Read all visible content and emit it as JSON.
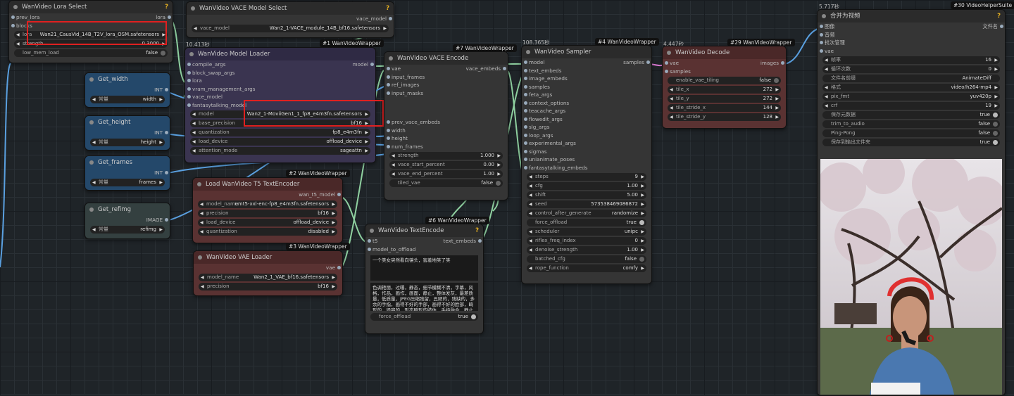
{
  "nodes": {
    "lora_select": {
      "title": "WanVideo Lora Select",
      "inputs": [
        "prev_lora",
        "blocks"
      ],
      "outputs": [
        "lora"
      ],
      "widgets": [
        {
          "label": "lora",
          "value": "Wan21_CausVid_14B_T2V_lora_OSM.safetensors"
        },
        {
          "label": "strength",
          "value": "0.3000"
        },
        {
          "label": "low_mem_load",
          "value": "false"
        }
      ]
    },
    "vace_select": {
      "title": "WanVideo VACE Model Select",
      "outputs": [
        "vace_model"
      ],
      "widgets": [
        {
          "label": "vace_model",
          "value": "Wan2_1-VACE_module_14B_bf16.safetensors"
        }
      ]
    },
    "model_loader": {
      "timing": "10.413秒",
      "badge": "#1 WanVideoWrapper",
      "title": "WanVideo Model Loader",
      "inputs": [
        "compile_args",
        "block_swap_args",
        "lora",
        "vram_management_args",
        "vace_model",
        "fantasytalking_model"
      ],
      "outputs": [
        "model"
      ],
      "widgets": [
        {
          "label": "model",
          "value": "Wan2_1-MoviiGen1_1_fp8_e4m3fn.safetensors"
        },
        {
          "label": "base_precision",
          "value": "bf16"
        },
        {
          "label": "quantization",
          "value": "fp8_e4m3fn"
        },
        {
          "label": "load_device",
          "value": "offload_device"
        },
        {
          "label": "attention_mode",
          "value": "sageattn"
        }
      ]
    },
    "vace_encode": {
      "badge": "#7 WanVideoWrapper",
      "title": "WanVideo VACE Encode",
      "inputs": [
        "vae",
        "input_frames",
        "ref_images",
        "input_masks",
        "prev_vace_embeds",
        "width",
        "height",
        "num_frames"
      ],
      "outputs": [
        "vace_embeds"
      ],
      "widgets": [
        {
          "label": "strength",
          "value": "1.000"
        },
        {
          "label": "vace_start_percent",
          "value": "0.00"
        },
        {
          "label": "vace_end_percent",
          "value": "1.00"
        },
        {
          "label": "tiled_vae",
          "value": "false"
        }
      ]
    },
    "sampler": {
      "timing": "108.365秒",
      "badge": "#4 WanVideoWrapper",
      "title": "WanVideo Sampler",
      "inputs": [
        "model",
        "text_embeds",
        "image_embeds",
        "samples",
        "feta_args",
        "context_options",
        "teacache_args",
        "flowedit_args",
        "slg_args",
        "loop_args",
        "experimental_args",
        "sigmas",
        "unianimate_poses",
        "fantasytalking_embeds"
      ],
      "outputs": [
        "samples"
      ],
      "widgets": [
        {
          "label": "steps",
          "value": "9"
        },
        {
          "label": "cfg",
          "value": "1.00"
        },
        {
          "label": "shift",
          "value": "5.00"
        },
        {
          "label": "seed",
          "value": "573538469086872"
        },
        {
          "label": "control_after_generate",
          "value": "randomize"
        },
        {
          "label": "force_offload",
          "value": "true"
        },
        {
          "label": "scheduler",
          "value": "unipc"
        },
        {
          "label": "riflex_freq_index",
          "value": "0"
        },
        {
          "label": "denoise_strength",
          "value": "1.00"
        },
        {
          "label": "batched_cfg",
          "value": "false"
        },
        {
          "label": "rope_function",
          "value": "comfy"
        }
      ]
    },
    "decode": {
      "timing": "4.447秒",
      "badge": "#29 WanVideoWrapper",
      "title": "WanVideo Decode",
      "inputs": [
        "vae",
        "samples"
      ],
      "outputs": [
        "images"
      ],
      "widgets": [
        {
          "label": "enable_vae_tiling",
          "value": "false"
        },
        {
          "label": "tile_x",
          "value": "272"
        },
        {
          "label": "tile_y",
          "value": "272"
        },
        {
          "label": "tile_stride_x",
          "value": "144"
        },
        {
          "label": "tile_stride_y",
          "value": "128"
        }
      ]
    },
    "video_combine": {
      "timing": "5.717秒",
      "badge": "#30 VideoHelperSuite",
      "title": "合并为视频",
      "inputs": [
        "图像",
        "音频",
        "批次管理",
        "vae"
      ],
      "outputs": [
        "文件名"
      ],
      "widgets": [
        {
          "label": "帧率",
          "value": "16"
        },
        {
          "label": "循环次数",
          "value": "0"
        },
        {
          "label": "文件名前缀",
          "value": "AnimateDiff"
        },
        {
          "label": "格式",
          "value": "video/h264-mp4"
        },
        {
          "label": "pix_fmt",
          "value": "yuv420p"
        },
        {
          "label": "crf",
          "value": "19"
        },
        {
          "label": "保存元数据",
          "value": "true"
        },
        {
          "label": "trim_to_audio",
          "value": "false"
        },
        {
          "label": "Ping-Pong",
          "value": "false"
        },
        {
          "label": "保存到输出文件夹",
          "value": "true"
        }
      ]
    },
    "get_width": {
      "title": "Get_width",
      "output": "INT",
      "widget_label": "常量",
      "widget_value": "width"
    },
    "get_height": {
      "title": "Get_height",
      "output": "INT",
      "widget_label": "常量",
      "widget_value": "height"
    },
    "get_frames": {
      "title": "Get_frames",
      "output": "INT",
      "widget_label": "常量",
      "widget_value": "frames"
    },
    "get_refimg": {
      "title": "Get_refimg",
      "output": "IMAGE",
      "widget_label": "常量",
      "widget_value": "refimg"
    },
    "t5_loader": {
      "badge": "#2 WanVideoWrapper",
      "title": "Load WanVideo T5 TextEncoder",
      "outputs": [
        "wan_t5_model"
      ],
      "widgets": [
        {
          "label": "model_name",
          "value": "umt5-xxl-enc-fp8_e4m3fn.safetensors"
        },
        {
          "label": "precision",
          "value": "bf16"
        },
        {
          "label": "load_device",
          "value": "offload_device"
        },
        {
          "label": "quantization",
          "value": "disabled"
        }
      ]
    },
    "vae_loader": {
      "badge": "#3 WanVideoWrapper",
      "title": "WanVideo VAE Loader",
      "outputs": [
        "vae"
      ],
      "widgets": [
        {
          "label": "model_name",
          "value": "Wan2_1_VAE_bf16.safetensors"
        },
        {
          "label": "precision",
          "value": "bf16"
        }
      ]
    },
    "text_encode": {
      "badge": "#6 WanVideoWrapper",
      "title": "WanVideo TextEncode",
      "inputs": [
        "t5",
        "model_to_offload"
      ],
      "outputs": [
        "text_embeds"
      ],
      "positive_prompt": "一个美女突然看向镜头，害羞地笑了笑",
      "negative_prompt": "色调艳丽，过曝，静态，细节模糊不清，字幕，风格，作品，画作，画面，静止，整体发灰，最差质量，低质量，JPEG压缩残留，丑陋的，残缺的，多余的手指，画得不好的手部，画得不好的脸部，畸形的，毁容的，形态畸形的肢体，手指融合，静止不动的画面，杂乱的背景，三条腿，背景人很多，倒着走",
      "widgets": [
        {
          "label": "force_offload",
          "value": "true"
        }
      ]
    }
  },
  "colors": {
    "accent_red": "#e02020",
    "link_green": "#8fd0a0",
    "link_blue": "#5aa0e0",
    "link_pink": "#e07cd8"
  }
}
